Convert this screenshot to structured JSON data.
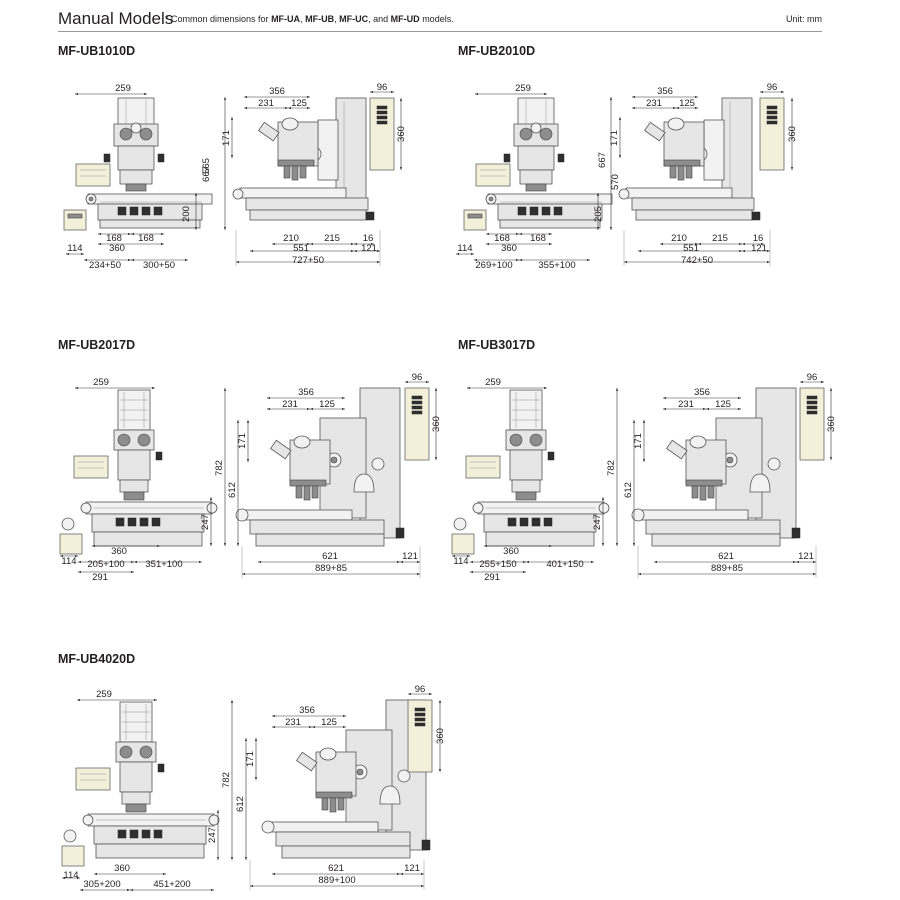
{
  "header": {
    "title": "Manual Models",
    "note_prefix": "* Common dimensions for",
    "note_m1": "MF-UA",
    "note_sep1": ",",
    "note_m2": "MF-UB",
    "note_sep2": ",",
    "note_m3": "MF-UC",
    "note_and": ", and",
    "note_m4": "MF-UD",
    "note_suffix": "models.",
    "unit": "Unit: mm"
  },
  "models": [
    {
      "name": "MF-UB1010D",
      "front": {
        "w": "259",
        "h": "565",
        "stage_h": "200",
        "x_left": "168",
        "x_right": "168",
        "base": "360",
        "ctrl": "114",
        "left_travel": "234+50",
        "right_travel": "300+50"
      },
      "side": {
        "w1": "356",
        "w2": "231",
        "w3": "125",
        "h_head": "171",
        "h_total": "667",
        "ctrl_w": "96",
        "ctrl_h": "360",
        "d1": "210",
        "d2": "215",
        "d3": "16",
        "d4": "551",
        "d5": "121",
        "total": "727+50"
      }
    },
    {
      "name": "MF-UB2010D",
      "front": {
        "w": "259",
        "h": "570",
        "stage_h": "205",
        "x_left": "168",
        "x_right": "168",
        "base": "360",
        "ctrl": "114",
        "left_travel": "269+100",
        "right_travel": "355+100"
      },
      "side": {
        "w1": "356",
        "w2": "231",
        "w3": "125",
        "h_head": "171",
        "h_total": "667",
        "ctrl_w": "96",
        "ctrl_h": "360",
        "d1": "210",
        "d2": "215",
        "d3": "16",
        "d4": "551",
        "d5": "121",
        "total": "742+50"
      }
    },
    {
      "name": "MF-UB2017D",
      "front": {
        "w": "259",
        "h": "782",
        "stage_h": "247",
        "base": "360",
        "ctrl": "114",
        "left_travel": "205+100",
        "right_travel": "351+100",
        "bottom": "291"
      },
      "side": {
        "w1": "356",
        "w2": "231",
        "w3": "125",
        "h_head": "171",
        "h_total": "612",
        "ctrl_w": "96",
        "ctrl_h": "360",
        "d4": "621",
        "d5": "121",
        "total": "889+85"
      }
    },
    {
      "name": "MF-UB3017D",
      "front": {
        "w": "259",
        "h": "782",
        "stage_h": "247",
        "base": "360",
        "ctrl": "114",
        "left_travel": "255+150",
        "right_travel": "401+150",
        "bottom": "291"
      },
      "side": {
        "w1": "356",
        "w2": "231",
        "w3": "125",
        "h_head": "171",
        "h_total": "612",
        "ctrl_w": "96",
        "ctrl_h": "360",
        "d4": "621",
        "d5": "121",
        "total": "889+85"
      }
    },
    {
      "name": "MF-UB4020D",
      "front": {
        "w": "259",
        "h": "782",
        "stage_h": "247",
        "base": "360",
        "ctrl": "114",
        "left_travel": "305+200",
        "right_travel": "451+200"
      },
      "side": {
        "w1": "356",
        "w2": "231",
        "w3": "125",
        "h_head": "171",
        "h_total": "612",
        "ctrl_w": "96",
        "ctrl_h": "360",
        "d4": "621",
        "d5": "121",
        "total": "889+100"
      }
    }
  ]
}
